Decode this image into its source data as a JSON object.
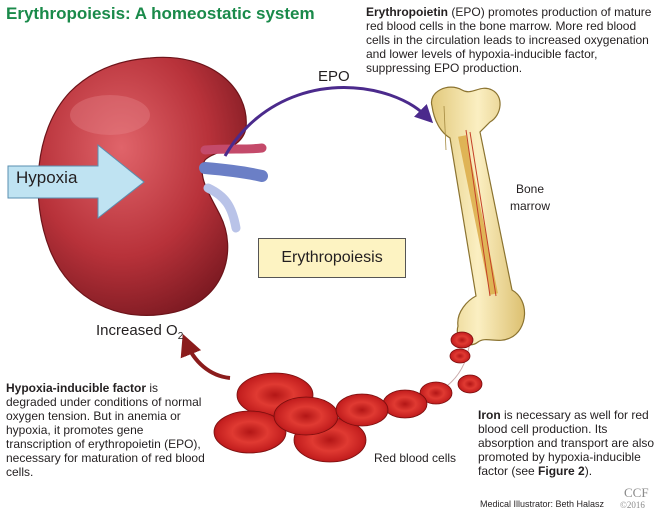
{
  "title": "Erythropoiesis: A homeostatic system",
  "epo_description": {
    "bold": "Erythropoietin",
    "text": " (EPO) promotes production of mature red blood cells in the bone marrow. More red blood cells in the circulation leads to increased oxygenation and lower levels of hypoxia-inducible factor, suppressing EPO production."
  },
  "labels": {
    "epo": "EPO",
    "hypoxia": "Hypoxia",
    "erythropoiesis": "Erythropoiesis",
    "bone_marrow": "Bone marrow",
    "increased_o2_prefix": "Increased O",
    "increased_o2_sub": "2",
    "red_blood_cells": "Red blood cells"
  },
  "hif_description": {
    "bold": "Hypoxia-inducible factor",
    "text": " is degraded under conditions of normal oxygen tension. But in anemia or hypoxia, it promotes gene transcription of erythropoietin (EPO), necessary for maturation of red blood cells."
  },
  "iron_description": {
    "bold": "Iron",
    "text": " is necessary as well for red blood cell production. Its absorption and transport are also promoted by hypoxia-inducible factor (see ",
    "bold2": "Figure 2",
    "text2": ")."
  },
  "credit": "Medical Illustrator: Beth Halasz",
  "logo": {
    "name": "CCF",
    "year": "©2016"
  },
  "colors": {
    "title": "#1a8a4a",
    "kidney": "#b8323a",
    "hypoxia_arrow": "#bfe3f2",
    "epo_arrow": "#4b2a8c",
    "o2_arrow": "#8b1c1c",
    "bone": "#f3e3a6",
    "erythropoiesis_box": "#fdf3c2",
    "red_blood_cell": "#d62a2a"
  }
}
